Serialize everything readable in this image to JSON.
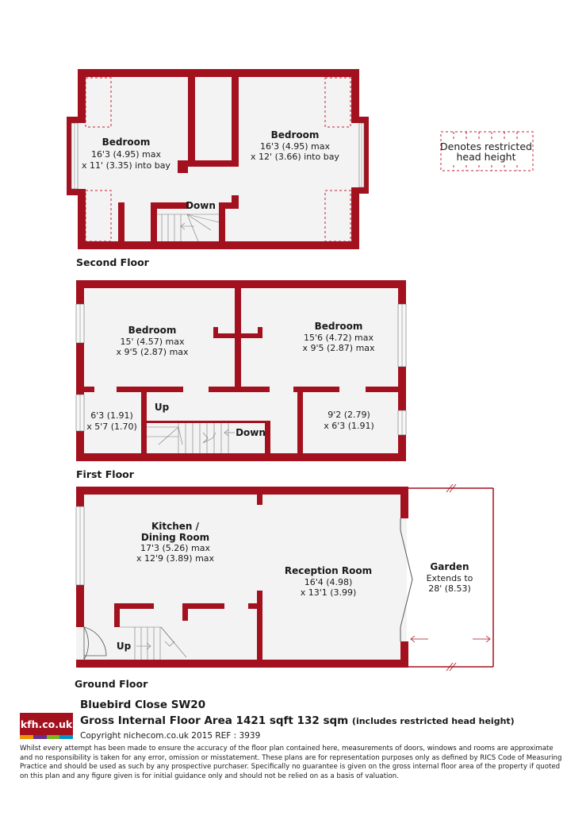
{
  "colors": {
    "wall": "#a3111f",
    "floor_fill": "#f3f3f3",
    "restricted": "#c0203a",
    "glass": "#f7f7f7"
  },
  "legend": {
    "line1": "Denotes restricted",
    "line2": "head height"
  },
  "second_floor": {
    "name": "Second Floor",
    "bedroom_left": {
      "title": "Bedroom",
      "dim1": "16'3 (4.95) max",
      "dim2": "x 11' (3.35) into bay"
    },
    "bedroom_right": {
      "title": "Bedroom",
      "dim1": "16'3 (4.95) max",
      "dim2": "x 12' (3.66) into bay"
    },
    "stairs_label": "Down"
  },
  "first_floor": {
    "name": "First Floor",
    "bedroom_left": {
      "title": "Bedroom",
      "dim1": "15' (4.57) max",
      "dim2": "x 9'5 (2.87) max"
    },
    "bedroom_right": {
      "title": "Bedroom",
      "dim1": "15'6 (4.72) max",
      "dim2": "x 9'5 (2.87) max"
    },
    "small_left": {
      "dim1": "6'3 (1.91)",
      "dim2": "x 5'7 (1.70)"
    },
    "small_right": {
      "dim1": "9'2 (2.79)",
      "dim2": "x 6'3 (1.91)"
    },
    "stairs_up": "Up",
    "stairs_down": "Down"
  },
  "ground_floor": {
    "name": "Ground Floor",
    "kitchen": {
      "title1": "Kitchen /",
      "title2": "Dining Room",
      "dim1": "17'3 (5.26) max",
      "dim2": "x 12'9 (3.89) max"
    },
    "reception": {
      "title": "Reception Room",
      "dim1": "16'4 (4.98)",
      "dim2": "x 13'1 (3.99)"
    },
    "garden": {
      "title": "Garden",
      "line2": "Extends to",
      "line3": "28' (8.53)"
    },
    "stairs_up": "Up"
  },
  "footer": {
    "logo": "kfh.co.uk",
    "logo_bar_colors": [
      "#f39200",
      "#6a2c91",
      "#7ab51d",
      "#0093c9"
    ],
    "address": "Bluebird Close  SW20",
    "gia_main": "Gross Internal Floor Area 1421 sqft 132 sqm",
    "gia_note": "(includes restricted head height)",
    "copyright": "Copyright nichecom.co.uk 2015 REF : 3939",
    "disclaimer": "Whilst every attempt has been made to ensure the accuracy of the floor plan contained here, measurements of doors, windows and rooms are approximate and no responsibility is taken for any error, omission or misstatement.  These plans are for representation purposes only as defined by RICS Code of Measuring Practice and should be used as such by any prospective purchaser.  Specifically no guarantee is given on the gross internal floor area of the property if quoted on this plan and any figure given is for initial guidance only and should not be relied on as a basis of valuation."
  }
}
